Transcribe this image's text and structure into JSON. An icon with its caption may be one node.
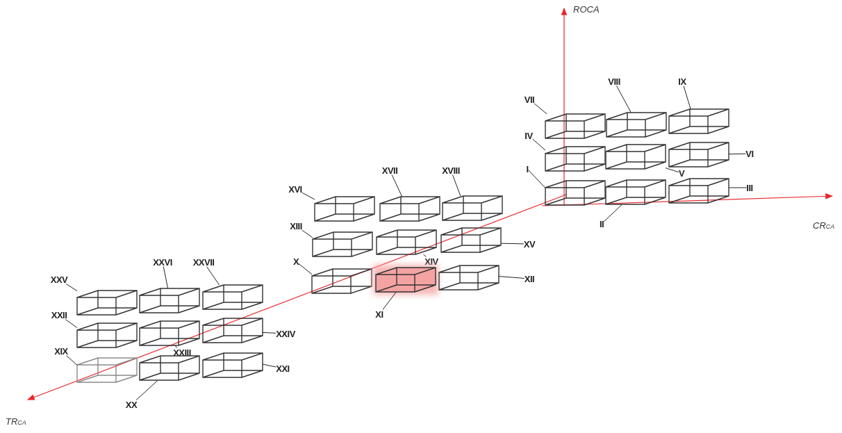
{
  "diagram": {
    "nodes": [
      {
        "text": [
          "I"
        ]
      },
      {
        "text": [
          "II"
        ]
      },
      {
        "text": [
          "III"
        ]
      },
      {
        "text": [
          "IV"
        ]
      },
      {
        "text": [
          "V"
        ]
      },
      {
        "text": [
          "VI"
        ]
      },
      {
        "text": [
          "VII"
        ]
      },
      {
        "text": [
          "VIII"
        ]
      },
      {
        "text": [
          "IX"
        ]
      },
      {
        "text": [
          "X"
        ]
      },
      {
        "text": [
          "XI"
        ]
      },
      {
        "text": [
          "XII"
        ]
      },
      {
        "text": [
          "XIII"
        ]
      },
      {
        "text": [
          "XIV"
        ]
      },
      {
        "text": [
          "XV"
        ]
      },
      {
        "text": [
          "XVI"
        ]
      },
      {
        "text": [
          "XVII"
        ]
      },
      {
        "text": [
          "XVIII"
        ]
      },
      {
        "text": [
          "XIX"
        ]
      },
      {
        "text": [
          "XX"
        ]
      },
      {
        "text": [
          "XXI"
        ]
      },
      {
        "text": [
          "XXII"
        ]
      },
      {
        "text": [
          "XXIII"
        ]
      },
      {
        "text": [
          "XXIV"
        ]
      },
      {
        "text": [
          "XXV"
        ]
      },
      {
        "text": [
          "XXVI"
        ]
      },
      {
        "text": [
          "XXVII"
        ]
      },
      {
        "text": [],
        "shape": "box"
      },
      {
        "text": [],
        "shape": "box"
      },
      {
        "text": [],
        "shape": "box"
      },
      {
        "text": [],
        "shape": "box"
      },
      {
        "text": [],
        "shape": "box"
      },
      {
        "text": [],
        "shape": "box"
      },
      {
        "text": [],
        "shape": "box"
      },
      {
        "text": [],
        "shape": "box"
      },
      {
        "text": [],
        "shape": "box"
      },
      {
        "text": [],
        "shape": "box"
      },
      {
        "text": [],
        "shape": "box"
      },
      {
        "text": [],
        "shape": "box"
      },
      {
        "text": [],
        "shape": "box"
      },
      {
        "text": [],
        "shape": "box"
      },
      {
        "text": [],
        "shape": "box"
      },
      {
        "text": [],
        "shape": "box"
      },
      {
        "text": [],
        "shape": "box"
      },
      {
        "text": [],
        "shape": "box"
      },
      {
        "text": [],
        "shape": "box"
      },
      {
        "text": [],
        "shape": "box"
      },
      {
        "text": [],
        "shape": "box"
      },
      {
        "text": [],
        "shape": "box"
      },
      {
        "text": [],
        "shape": "box"
      },
      {
        "text": [],
        "shape": "box"
      },
      {
        "text": [],
        "shape": "box"
      },
      {
        "text": [],
        "shape": "box"
      },
      {
        "text": [],
        "shape": "box"
      }
    ],
    "edges": [
      {
        "from": 0,
        "to": 27,
        "arrow": "none"
      },
      {
        "from": 1,
        "to": 28,
        "arrow": "none"
      },
      {
        "from": 2,
        "to": 29,
        "arrow": "none"
      },
      {
        "from": 3,
        "to": 30,
        "arrow": "none"
      },
      {
        "from": 4,
        "to": 31,
        "arrow": "none"
      },
      {
        "from": 5,
        "to": 32,
        "arrow": "none"
      },
      {
        "from": 6,
        "to": 33,
        "arrow": "none"
      },
      {
        "from": 7,
        "to": 34,
        "arrow": "none"
      },
      {
        "from": 8,
        "to": 35,
        "arrow": "none"
      },
      {
        "from": 9,
        "to": 36,
        "arrow": "none"
      },
      {
        "from": 10,
        "to": 37,
        "arrow": "none"
      },
      {
        "from": 11,
        "to": 38,
        "arrow": "none"
      },
      {
        "from": 12,
        "to": 39,
        "arrow": "none"
      },
      {
        "from": 13,
        "to": 40,
        "arrow": "none"
      },
      {
        "from": 14,
        "to": 41,
        "arrow": "none"
      },
      {
        "from": 15,
        "to": 42,
        "arrow": "none"
      },
      {
        "from": 16,
        "to": 43,
        "arrow": "none"
      },
      {
        "from": 17,
        "to": 44,
        "arrow": "none"
      },
      {
        "from": 18,
        "to": 45,
        "arrow": "none"
      },
      {
        "from": 19,
        "to": 46,
        "arrow": "none"
      },
      {
        "from": 20,
        "to": 47,
        "arrow": "none"
      },
      {
        "from": 21,
        "to": 48,
        "arrow": "none"
      },
      {
        "from": 22,
        "to": 49,
        "arrow": "none"
      },
      {
        "from": 23,
        "to": 50,
        "arrow": "none"
      },
      {
        "from": 24,
        "to": 51,
        "arrow": "none"
      },
      {
        "from": 25,
        "to": 52,
        "arrow": "none"
      },
      {
        "from": 26,
        "to": 53,
        "arrow": "none"
      }
    ],
    "labels": [
      "ROCA",
      "CR$_{CA}$",
      "TR$_{CA}$"
    ]
  }
}
